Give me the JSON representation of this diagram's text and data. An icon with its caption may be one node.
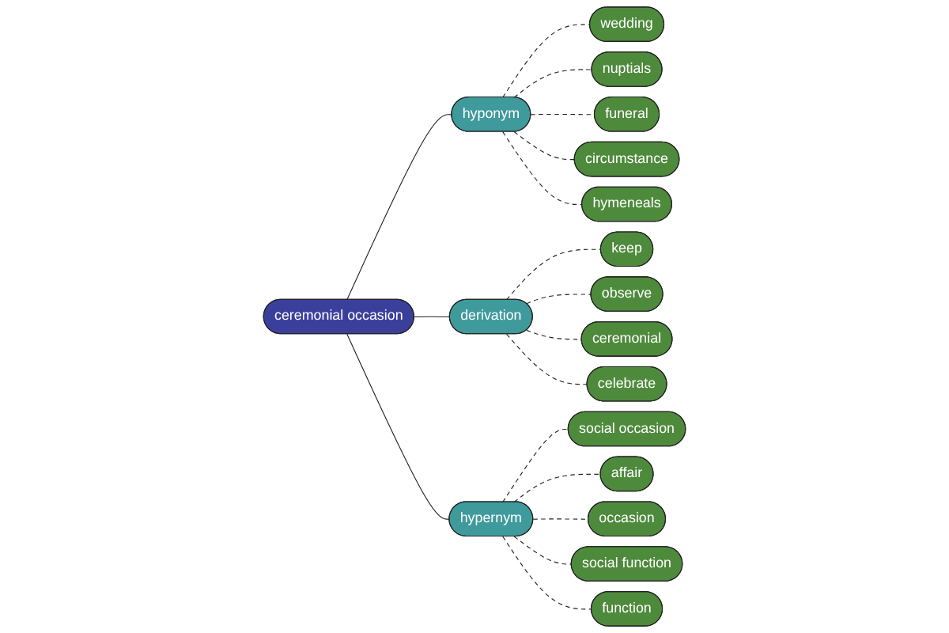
{
  "diagram": {
    "nodes": [
      {
        "text": [
          "wedding"
        ]
      },
      {
        "text": [
          "keep"
        ]
      },
      {
        "text": [
          "nuptials"
        ]
      },
      {
        "text": [
          "funeral"
        ]
      },
      {
        "text": [
          "circumstance"
        ]
      },
      {
        "text": [
          "hyponym"
        ]
      },
      {
        "text": [
          "observe"
        ]
      },
      {
        "text": [
          "derivation"
        ]
      },
      {
        "text": [
          "hymeneals"
        ]
      },
      {
        "text": [
          "ceremonial"
        ]
      },
      {
        "text": [
          "ceremonial occasion"
        ]
      },
      {
        "text": [
          "celebrate"
        ]
      },
      {
        "text": [
          "social occasion"
        ]
      },
      {
        "text": [
          "hypernym"
        ]
      },
      {
        "text": [
          "affair"
        ]
      },
      {
        "text": [
          "occasion"
        ]
      },
      {
        "text": [
          "social function"
        ]
      },
      {
        "text": [
          "function"
        ]
      }
    ],
    "edges": [
      {
        "from": 10,
        "to": 5,
        "arrow": "none"
      },
      {
        "from": 10,
        "to": 7,
        "arrow": "none"
      },
      {
        "from": 10,
        "to": 13,
        "arrow": "none"
      },
      {
        "from": 5,
        "to": 0,
        "arrow": "none",
        "style": "dashed"
      },
      {
        "from": 5,
        "to": 2,
        "arrow": "none",
        "style": "dashed"
      },
      {
        "from": 5,
        "to": 3,
        "arrow": "none",
        "style": "dashed"
      },
      {
        "from": 5,
        "to": 4,
        "arrow": "none",
        "style": "dashed"
      },
      {
        "from": 5,
        "to": 8,
        "arrow": "none",
        "style": "dashed"
      },
      {
        "from": 7,
        "to": 1,
        "arrow": "none",
        "style": "dashed"
      },
      {
        "from": 7,
        "to": 6,
        "arrow": "none",
        "style": "dashed"
      },
      {
        "from": 7,
        "to": 9,
        "arrow": "none",
        "style": "dashed"
      },
      {
        "from": 7,
        "to": 11,
        "arrow": "none",
        "style": "dashed"
      },
      {
        "from": 13,
        "to": 12,
        "arrow": "none",
        "style": "dashed"
      },
      {
        "from": 13,
        "to": 14,
        "arrow": "none",
        "style": "dashed"
      },
      {
        "from": 13,
        "to": 15,
        "arrow": "none",
        "style": "dashed"
      },
      {
        "from": 13,
        "to": 16,
        "arrow": "none",
        "style": "dashed"
      },
      {
        "from": 13,
        "to": 17,
        "arrow": "none",
        "style": "dashed"
      }
    ]
  }
}
